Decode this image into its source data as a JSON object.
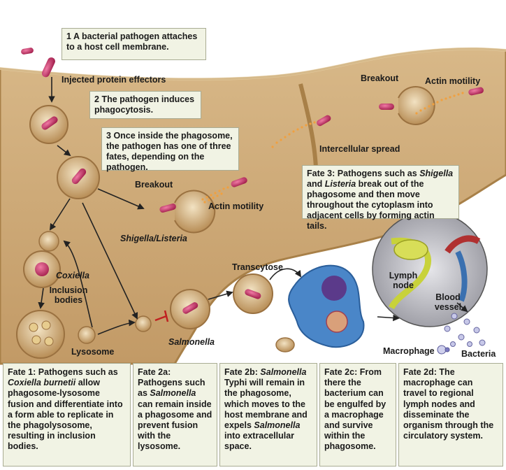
{
  "steps": {
    "step1": {
      "num": "1",
      "text": "A bacterial pathogen attaches to a host cell membrane."
    },
    "step2": {
      "num": "2",
      "text": "The pathogen induces phagocytosis."
    },
    "step3": {
      "num": "3",
      "text": "Once inside the phagosome, the pathogen has one of three fates, depending on the pathogen."
    }
  },
  "fate3": {
    "title": "Fate 3:",
    "p1": "Pathogens such as",
    "shigella": "Shigella",
    "and": "and",
    "listeria": "Listeria",
    "p2": "break out of the phagosome and then move throughout the cytoplasm into adjacent cells by forming actin tails."
  },
  "labels": {
    "injected": "Injected protein effectors",
    "breakout_top": "Breakout",
    "actin_top": "Actin motility",
    "intercellular": "Intercellular spread",
    "breakout_mid": "Breakout",
    "actin_mid": "Actin motility",
    "shigella_listeria": "Shigella/Listeria",
    "coxiella": "Coxiella",
    "inclusion": "Inclusion bodies",
    "lysosome": "Lysosome",
    "salmonella": "Salmonella",
    "transcytose": "Transcytose",
    "lymph_node": "Lymph node",
    "blood_vessel": "Blood vessel",
    "macrophage": "Macrophage",
    "bacteria": "Bacteria"
  },
  "fates": {
    "f1": {
      "title": "Fate 1:",
      "a": "Pathogens such as",
      "it1": "Coxiella burnetii",
      "b": "allow phagosome-lysosome fusion and differentiate into a form able to replicate in the phagolysosome, resulting in inclusion bodies."
    },
    "f2a": {
      "title": "Fate 2a:",
      "a": "Pathogens such as",
      "it1": "Salmonella",
      "b": "can remain inside a phagosome and prevent fusion with the lysosome."
    },
    "f2b": {
      "title": "Fate 2b:",
      "it0": "Salmonella",
      "a": "Typhi will remain in the phagosome, which moves to the host membrane and expels",
      "it1": "Salmonella",
      "b": "into extracellular space."
    },
    "f2c": {
      "title": "Fate 2c:",
      "a": "From there the bacterium can be engulfed by a macrophage and survive within the phagosome."
    },
    "f2d": {
      "title": "Fate 2d:",
      "a": "The macrophage can travel to regional lymph nodes and disseminate the organism through the circulatory system."
    }
  },
  "colors": {
    "cytoplasm": "#c9a574",
    "membrane": "#a88048",
    "vesicle": "#dcc39a",
    "bacterium": "#c8346a",
    "actin": "#f0a040",
    "note_bg": "#f1f3e4"
  }
}
